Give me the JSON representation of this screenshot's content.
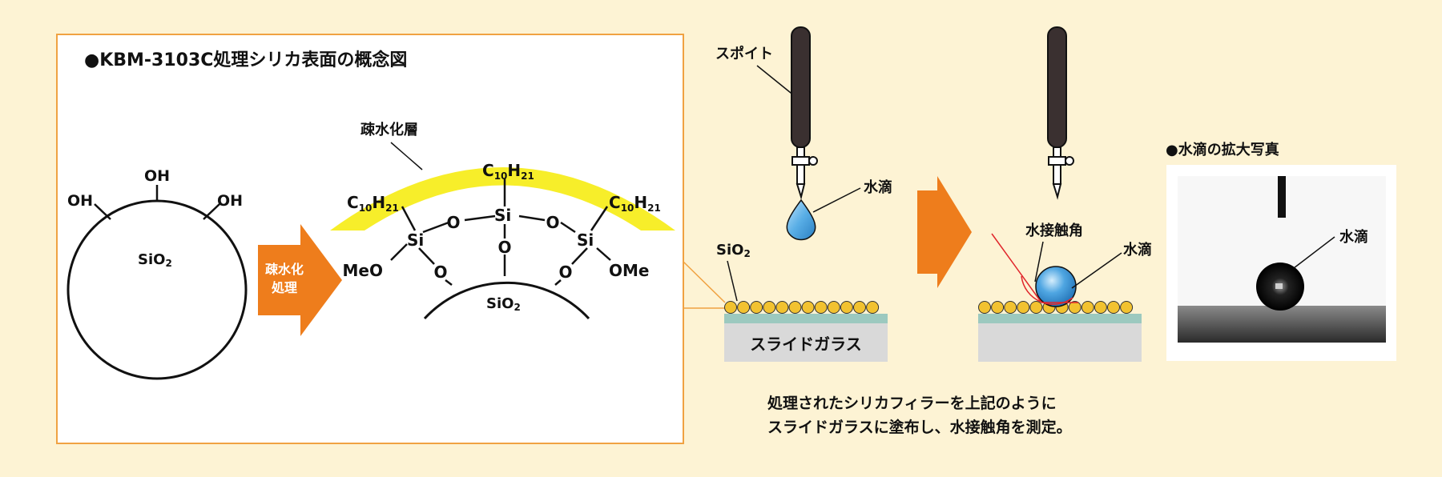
{
  "concept_title": "●KBM-3103C処理シリカ表面の概念図",
  "untreated": {
    "oh_left": "OH",
    "oh_top": "OH",
    "oh_right": "OH",
    "particle": "SiO",
    "particle_sub": "2"
  },
  "arrow_label_line1": "疎水化",
  "arrow_label_line2": "処理",
  "treated": {
    "layer_label": "疎水化層",
    "c10h21_left_c": "C",
    "c10h21_left_10": "10",
    "c10h21_left_h": "H",
    "c10h21_left_21": "21",
    "c10h21_mid_c": "C",
    "c10h21_mid_10": "10",
    "c10h21_mid_h": "H",
    "c10h21_mid_21": "21",
    "c10h21_right_c": "C",
    "c10h21_right_10": "10",
    "c10h21_right_h": "H",
    "c10h21_right_21": "21",
    "si": "Si",
    "o": "O",
    "meo": "MeO",
    "ome": "OMe",
    "particle": "SiO",
    "particle_sub": "2"
  },
  "experiment": {
    "pipette_label": "スポイト",
    "droplet_label": "水滴",
    "sio2_label": "SiO",
    "sio2_sub": "2",
    "glass_label": "スライドガラス",
    "contact_angle_label": "水接触角",
    "droplet_label_2": "水滴"
  },
  "photo": {
    "title": "●水滴の拡大写真",
    "droplet_label": "水滴"
  },
  "caption_line1": "処理されたシリカフィラーを上記のように",
  "caption_line2": "スライドガラスに塗布し、水接触角を測定。",
  "colors": {
    "background": "#fdf3d4",
    "panel_border": "#f0a242",
    "orange_arrow": "#ee7d1c",
    "yellow_layer": "#f7ee2a",
    "bead": "#f2c230",
    "water": "#3d9ad8",
    "glass": "#d9d9d9",
    "contact_line": "#e0252b"
  }
}
